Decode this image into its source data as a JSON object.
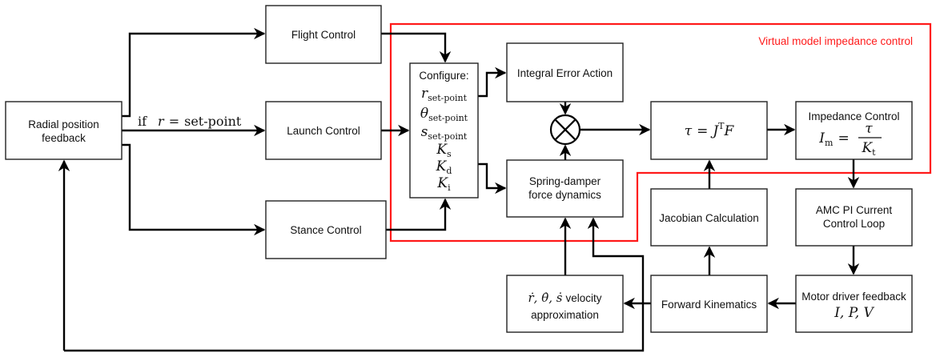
{
  "diagram": {
    "region_label": "Virtual model impedance control",
    "colors": {
      "region_border": "#ff1a1a",
      "line": "#000000",
      "box_border": "#222222"
    },
    "edge_label": {
      "prefix": "if",
      "variable": "r",
      "operator": "=",
      "value": "set-point"
    },
    "blocks": {
      "radial": {
        "line1": "Radial position",
        "line2": "feedback"
      },
      "flight": {
        "label": "Flight Control"
      },
      "launch": {
        "label": "Launch Control"
      },
      "stance": {
        "label": "Stance Control"
      },
      "configure": {
        "title": "Configure:",
        "params": [
          {
            "symbol": "r",
            "subscript": "set-point"
          },
          {
            "symbol": "θ",
            "subscript": "set-point"
          },
          {
            "symbol": "s",
            "subscript": "set-point"
          },
          {
            "symbol": "K",
            "subscript": "s"
          },
          {
            "symbol": "K",
            "subscript": "d"
          },
          {
            "symbol": "K",
            "subscript": "i"
          }
        ]
      },
      "integral": {
        "label": "Integral Error Action"
      },
      "summing_junction": {
        "symbol": "⊗"
      },
      "spring": {
        "line1": "Spring-damper",
        "line2": "force dynamics"
      },
      "torque": {
        "lhs": "τ",
        "eq": "=",
        "J": "J",
        "sup": "T",
        "F": "F"
      },
      "impedance": {
        "title": "Impedance Control",
        "lhs": "I",
        "lhs_sub": "m",
        "eq": "=",
        "num": "τ",
        "den": "K",
        "den_sub": "t"
      },
      "jacobian": {
        "label": "Jacobian Calculation"
      },
      "amc": {
        "line1": "AMC PI Current",
        "line2": "Control Loop"
      },
      "velocity": {
        "vars": "ṙ, θ̇, ṡ",
        "line1_suffix": "velocity",
        "line2": "approximation"
      },
      "forward": {
        "label": "Forward Kinematics"
      },
      "motor": {
        "title": "Motor driver feedback",
        "vars": "I, P, V"
      }
    }
  }
}
